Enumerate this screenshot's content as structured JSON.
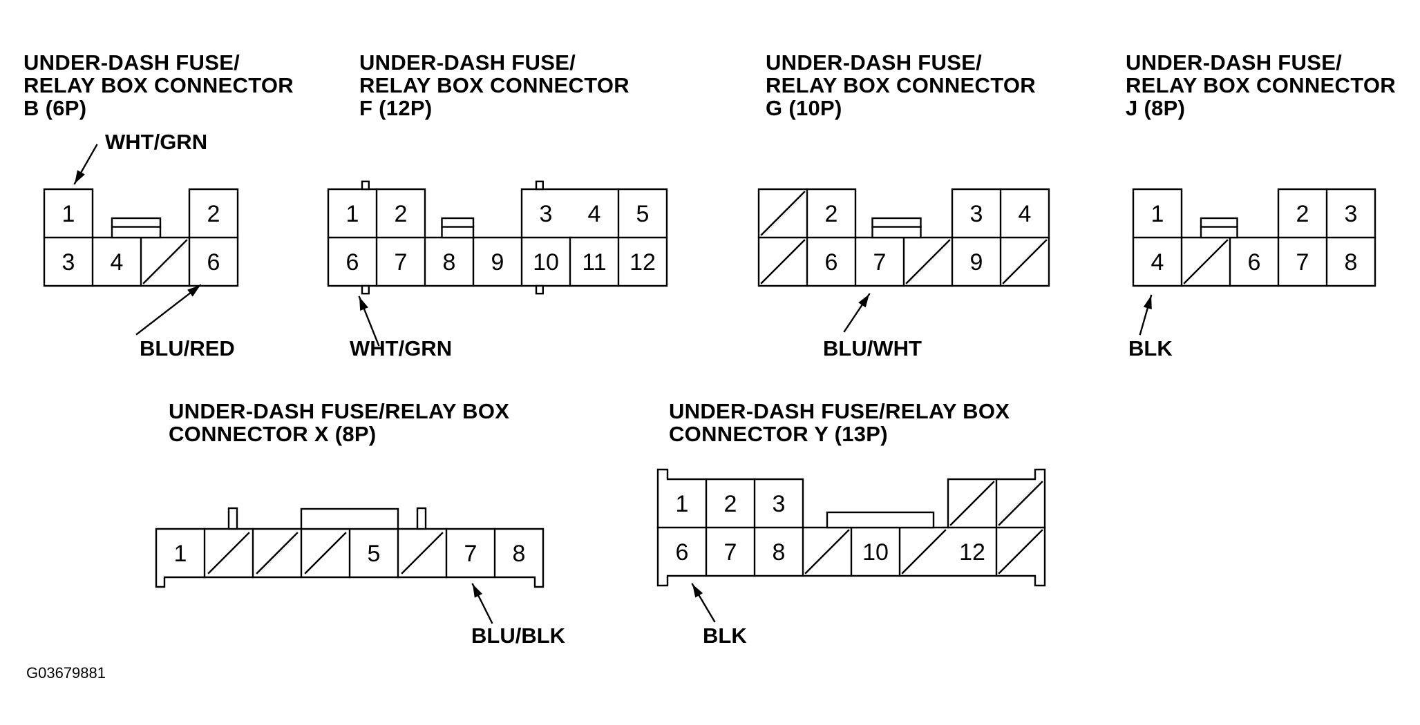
{
  "connectors": [
    {
      "id": "B",
      "title_lines": [
        "UNDER-DASH FUSE/",
        "RELAY BOX CONNECTOR",
        "B (6P)"
      ],
      "pins": [
        "1",
        "2",
        "3",
        "4",
        "6"
      ],
      "wire_label": "WHT/GRN",
      "wire_label_2": "BLU/RED"
    },
    {
      "id": "F",
      "title_lines": [
        "UNDER-DASH FUSE/",
        "RELAY BOX CONNECTOR",
        "F (12P)"
      ],
      "pins": [
        "1",
        "2",
        "3",
        "4",
        "5",
        "6",
        "7",
        "8",
        "9",
        "10",
        "11",
        "12"
      ],
      "wire_label": "WHT/GRN"
    },
    {
      "id": "G",
      "title_lines": [
        "UNDER-DASH FUSE/",
        "RELAY BOX CONNECTOR",
        "G (10P)"
      ],
      "pins": [
        "2",
        "3",
        "4",
        "6",
        "7",
        "9"
      ],
      "wire_label": "BLU/WHT"
    },
    {
      "id": "J",
      "title_lines": [
        "UNDER-DASH FUSE/",
        "RELAY BOX CONNECTOR",
        "J (8P)"
      ],
      "pins": [
        "1",
        "2",
        "3",
        "4",
        "6",
        "7",
        "8"
      ],
      "wire_label": "BLK"
    },
    {
      "id": "X",
      "title_lines": [
        "UNDER-DASH FUSE/RELAY BOX",
        "CONNECTOR X (8P)"
      ],
      "pins": [
        "1",
        "5",
        "7",
        "8"
      ],
      "wire_label": "BLU/BLK"
    },
    {
      "id": "Y",
      "title_lines": [
        "UNDER-DASH FUSE/RELAY BOX",
        "CONNECTOR Y (13P)"
      ],
      "pins": [
        "1",
        "2",
        "3",
        "6",
        "7",
        "8",
        "10",
        "12"
      ],
      "wire_label": "BLK"
    }
  ],
  "figure_id": "G03679881"
}
